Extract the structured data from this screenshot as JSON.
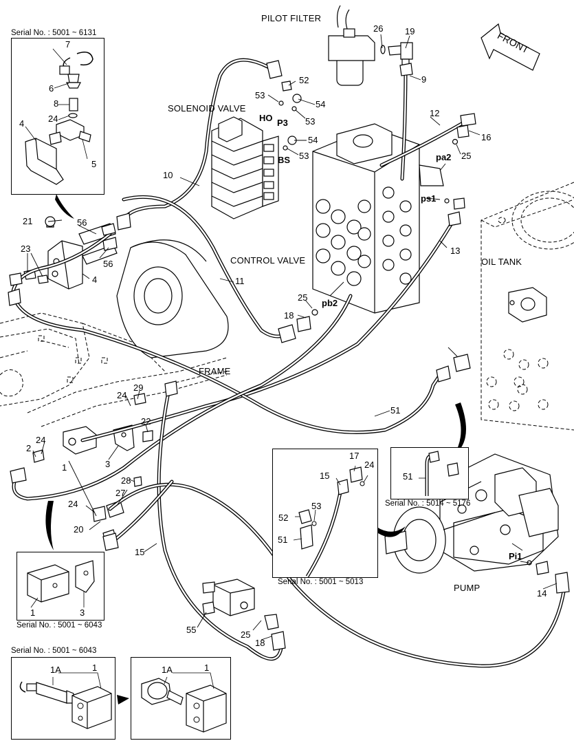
{
  "labels": {
    "pilot_filter": "PILOT FILTER",
    "solenoid_valve": "SOLENOID VALVE",
    "control_valve": "CONTROL VALVE",
    "oil_tank": "OIL TANK",
    "frame": "FRAME",
    "pump": "PUMP",
    "front": "FRONT"
  },
  "ports": {
    "ho": "HO",
    "p3": "P3",
    "bs": "BS",
    "pa2": "pa2",
    "ps1": "ps1",
    "pb2": "pb2",
    "pi1": "Pi1"
  },
  "serials": {
    "s1": "Serial No. : 5001 ~ 6131",
    "s2": "Serial No. : 5014 ~ 5176",
    "s3": "Serial No. : 5001 ~ 5013",
    "s4": "Serial No. : 5001 ~ 6043",
    "s5": "Serial No. : 5001 ~ 6043"
  },
  "callouts": {
    "n1": "1",
    "n1a": "1A",
    "n2": "2",
    "n3": "3",
    "n4": "4",
    "n5": "5",
    "n6": "6",
    "n7": "7",
    "n8": "8",
    "n9": "9",
    "n10": "10",
    "n11": "11",
    "n12": "12",
    "n13": "13",
    "n14": "14",
    "n15": "15",
    "n16": "16",
    "n17": "17",
    "n18": "18",
    "n19": "19",
    "n20": "20",
    "n21": "21",
    "n22": "22",
    "n23": "23",
    "n24": "24",
    "n25": "25",
    "n26": "26",
    "n27": "27",
    "n28": "28",
    "n29": "29",
    "n51": "51",
    "n52": "52",
    "n53": "53",
    "n54": "54",
    "n55": "55",
    "n56": "56"
  }
}
